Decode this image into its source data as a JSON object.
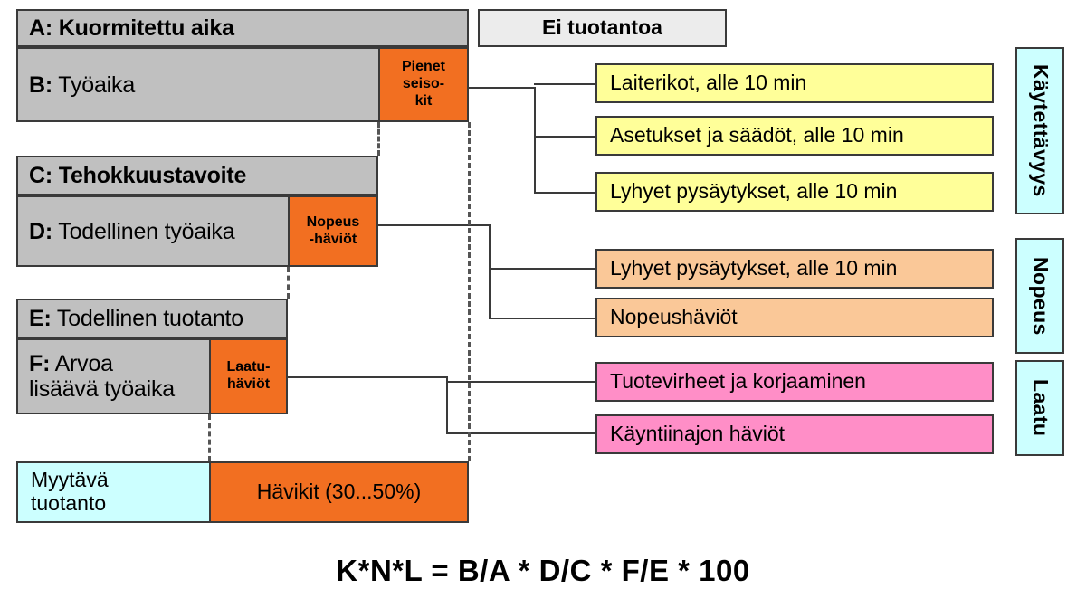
{
  "diagram": {
    "title_formula": "K*N*L = B/A * D/C * F/E * 100",
    "no_production": {
      "label": "Ei tuotantoa"
    },
    "time_blocks": [
      {
        "id": "AB",
        "head_label": "A: Kuormitettu aika",
        "sub_label_prefix": "B:",
        "sub_label_text": " Työaika",
        "loss_tab": {
          "line1": "Pienet",
          "line2": "seiso-",
          "line3": "kit"
        }
      },
      {
        "id": "CD",
        "head_label": "C: Tehokkuustavoite",
        "sub_label_prefix": "D:",
        "sub_label_text": " Todellinen työaika",
        "loss_tab": {
          "line1": "Nopeus",
          "line2": "-häviöt",
          "line3": ""
        }
      },
      {
        "id": "EF",
        "head_label_prefix": "E:",
        "head_label_text": " Todellinen tuotanto",
        "sub_label_prefix": "F:",
        "sub_label_text": " Arvoa",
        "sub_label_line2": "lisäävä työaika",
        "loss_tab": {
          "line1": "Laatu-",
          "line2": "häviöt",
          "line3": ""
        }
      }
    ],
    "bottom_row": {
      "sellable_line1": "Myytävä",
      "sellable_line2": "tuotanto",
      "losses_label": "Hävikit (30...50%)"
    },
    "loss_categories": [
      {
        "group": "availability",
        "label": "Laiterikot, alle 10 min",
        "color": "#ffff99"
      },
      {
        "group": "availability",
        "label": "Asetukset ja säädöt, alle 10 min",
        "color": "#ffff99"
      },
      {
        "group": "availability",
        "label": "Lyhyet pysäytykset, alle 10 min",
        "color": "#ffff99"
      },
      {
        "group": "performance",
        "label": "Lyhyet pysäytykset, alle 10 min",
        "color": "#fac898"
      },
      {
        "group": "performance",
        "label": "Nopeushäviöt",
        "color": "#fac898"
      },
      {
        "group": "quality",
        "label": "Tuotevirheet ja korjaaminen",
        "color": "#ff8ec7"
      },
      {
        "group": "quality",
        "label": "Käyntiinajon häviöt",
        "color": "#ff8ec7"
      }
    ],
    "oee_factors": [
      {
        "key": "K",
        "label": "Käytettävyys"
      },
      {
        "key": "N",
        "label": "Nopeus"
      },
      {
        "key": "L",
        "label": "Laatu"
      }
    ],
    "colors": {
      "grey_block": "#c0c0c0",
      "orange_loss": "#f26f21",
      "yellow_availability": "#ffff99",
      "peach_performance": "#fac898",
      "pink_quality": "#ff8ec7",
      "cyan_factor": "#ccffff",
      "light_grey_noprod": "#ececec",
      "border": "#3a3a3a"
    }
  }
}
